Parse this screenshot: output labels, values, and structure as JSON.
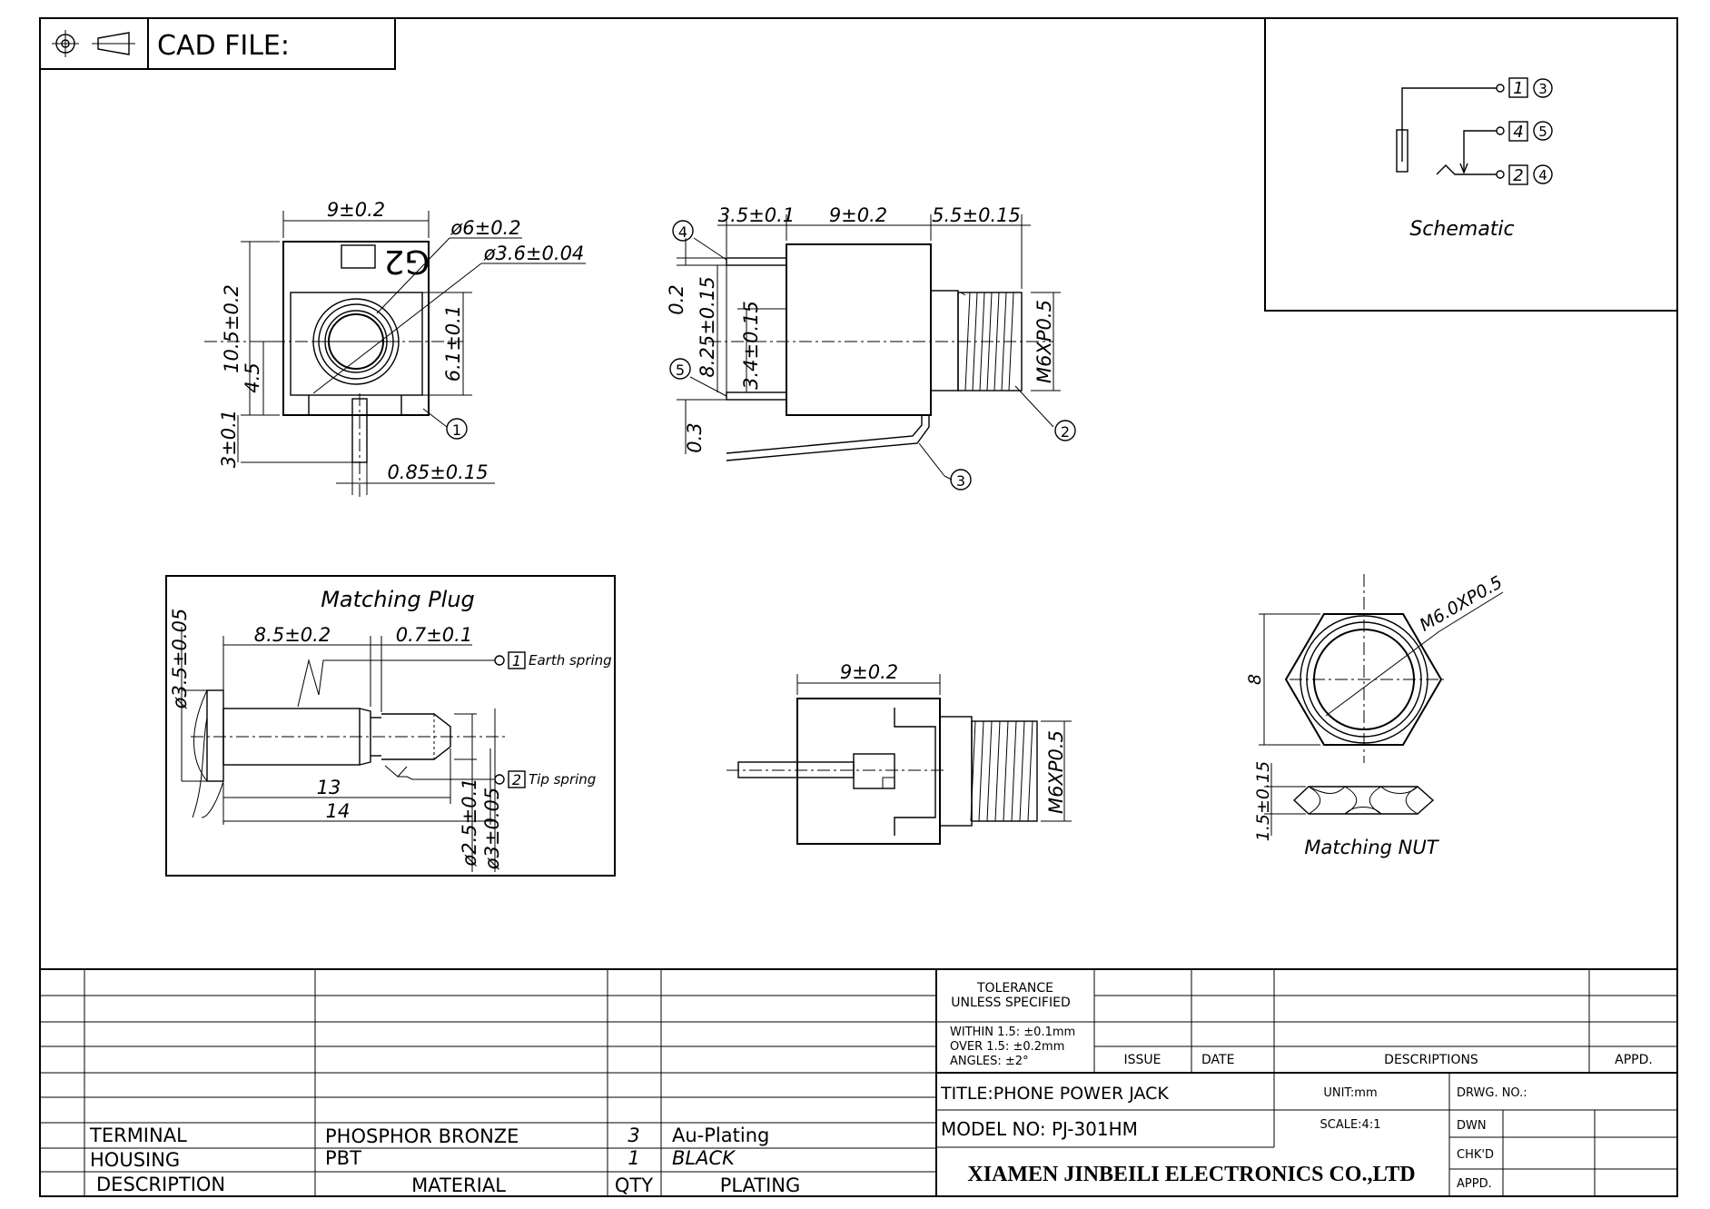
{
  "header": {
    "cad_file_label": "CAD FILE:"
  },
  "icons": [
    "projection-circle-icon",
    "projection-cone-icon"
  ],
  "front_view": {
    "dims": [
      "9±0.2",
      "ø6±0.2",
      "ø3.6±0.04",
      "10.5±0.2",
      "4.5",
      "6.1±0.1",
      "3±0.1",
      "0.85±0.15"
    ],
    "marking": "G2",
    "callout": "1"
  },
  "side_view": {
    "dims": [
      "3.5±0.1",
      "9±0.2",
      "5.5±0.15",
      "0.2",
      "8.25±0.15",
      "3.4±0.15",
      "0.3",
      "M6XP0.5"
    ],
    "callouts": [
      "4",
      "5",
      "2",
      "3"
    ]
  },
  "schematic": {
    "pins": [
      {
        "box": "1",
        "circle": "3"
      },
      {
        "box": "4",
        "circle": "5"
      },
      {
        "box": "2",
        "circle": "4"
      }
    ],
    "label": "Schematic"
  },
  "plug": {
    "title": "Matching Plug",
    "dims": [
      "ø3.5±0.05",
      "8.5±0.2",
      "0.7±0.1",
      "13",
      "14",
      "ø2.5±0.1",
      "ø3±0.05"
    ],
    "earth": {
      "box": "1",
      "label": "Earth  spring"
    },
    "tip": {
      "box": "2",
      "label": "Tip  spring"
    }
  },
  "bottom_view": {
    "dims": [
      "9±0.2",
      "M6XP0.5"
    ]
  },
  "nut": {
    "dims": [
      "M6.0XP0.5",
      "8",
      "1.5±0.15"
    ],
    "label": "Matching NUT"
  },
  "title_block": {
    "tolerance": [
      "TOLERANCE",
      "UNLESS SPECIFIED",
      "WITHIN 1.5: ±0.1mm",
      "OVER 1.5:  ±0.2mm",
      "ANGLES: ±2°"
    ],
    "rev_headers": [
      "ISSUE",
      "DATE",
      "DESCRIPTIONS",
      "APPD."
    ],
    "title": "TITLE:PHONE POWER JACK",
    "model": "MODEL NO: PJ-301HM",
    "unit": "UNIT:mm",
    "scale": "SCALE:4:1",
    "drwg_no": "DRWG. NO.:",
    "dwn": "DWN",
    "chkd": "CHK'D",
    "appd": "APPD.",
    "company": "XIAMEN JINBEILI ELECTRONICS CO.,LTD"
  },
  "bom": {
    "rows": [
      {
        "description": "TERMINAL",
        "material": "PHOSPHOR BRONZE",
        "qty": "3",
        "plating": "Au-Plating"
      },
      {
        "description": "HOUSING",
        "material": "PBT",
        "qty": "1",
        "plating": "BLACK"
      }
    ],
    "headers": {
      "description": "DESCRIPTION",
      "material": "MATERIAL",
      "qty": "QTY",
      "plating": "PLATING"
    }
  }
}
